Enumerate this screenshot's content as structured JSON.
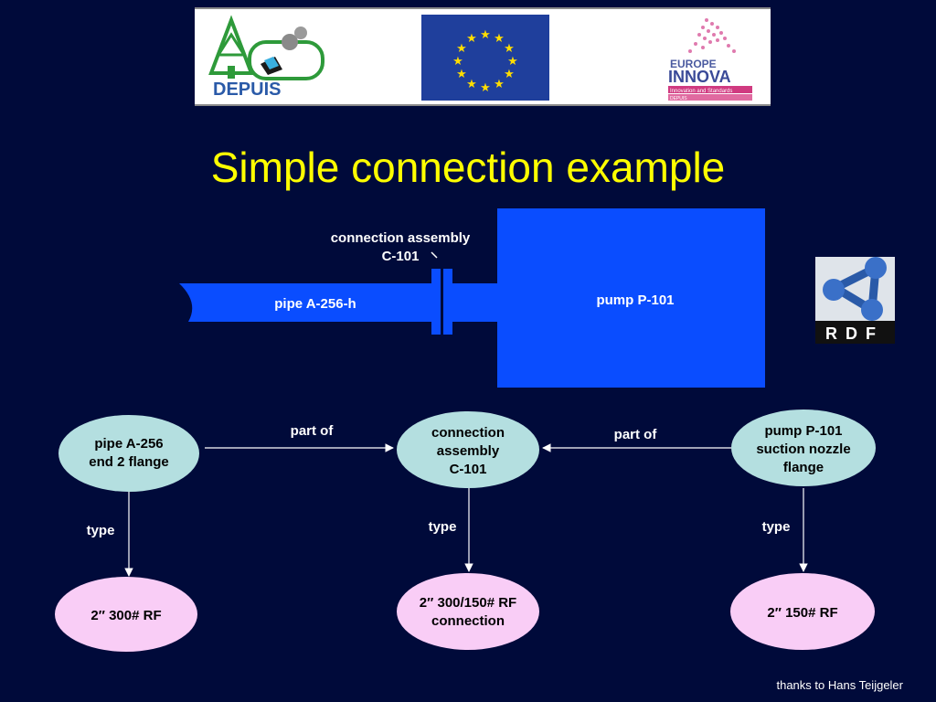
{
  "title": "Simple connection example",
  "logos": {
    "depuis": "DEPUIS",
    "europe": "EUROPE",
    "innova": "INNOVA",
    "innova_sub": "Innovation and Standards",
    "innova_sub2": "DEPUIS",
    "rdf": "RDF"
  },
  "illustration": {
    "connection_label_line1": "connection assembly",
    "connection_label_line2": "C-101",
    "pipe_label": "pipe A-256-h",
    "pump_label": "pump P-101"
  },
  "graph": {
    "nodes": {
      "pipe_flange": [
        "pipe A-256",
        "end 2 flange"
      ],
      "connection": [
        "connection",
        "assembly",
        "C-101"
      ],
      "pump_flange": [
        "pump P-101",
        "suction nozzle",
        "flange"
      ],
      "type_pipe": [
        "2″ 300# RF"
      ],
      "type_connection": [
        "2″ 300/150# RF",
        "connection"
      ],
      "type_pump": [
        "2″ 150# RF"
      ]
    },
    "edges": {
      "part_of_left": "part of",
      "part_of_right": "part of",
      "type_left": "type",
      "type_mid": "type",
      "type_right": "type"
    }
  },
  "footer": "thanks to Hans Teijgeler",
  "colors": {
    "background": "#000a3a",
    "title": "#ffff00",
    "blue_shape": "#0a4dff",
    "node_fill_teal": "#b4dfe0",
    "node_fill_pink": "#f9cdf6"
  }
}
